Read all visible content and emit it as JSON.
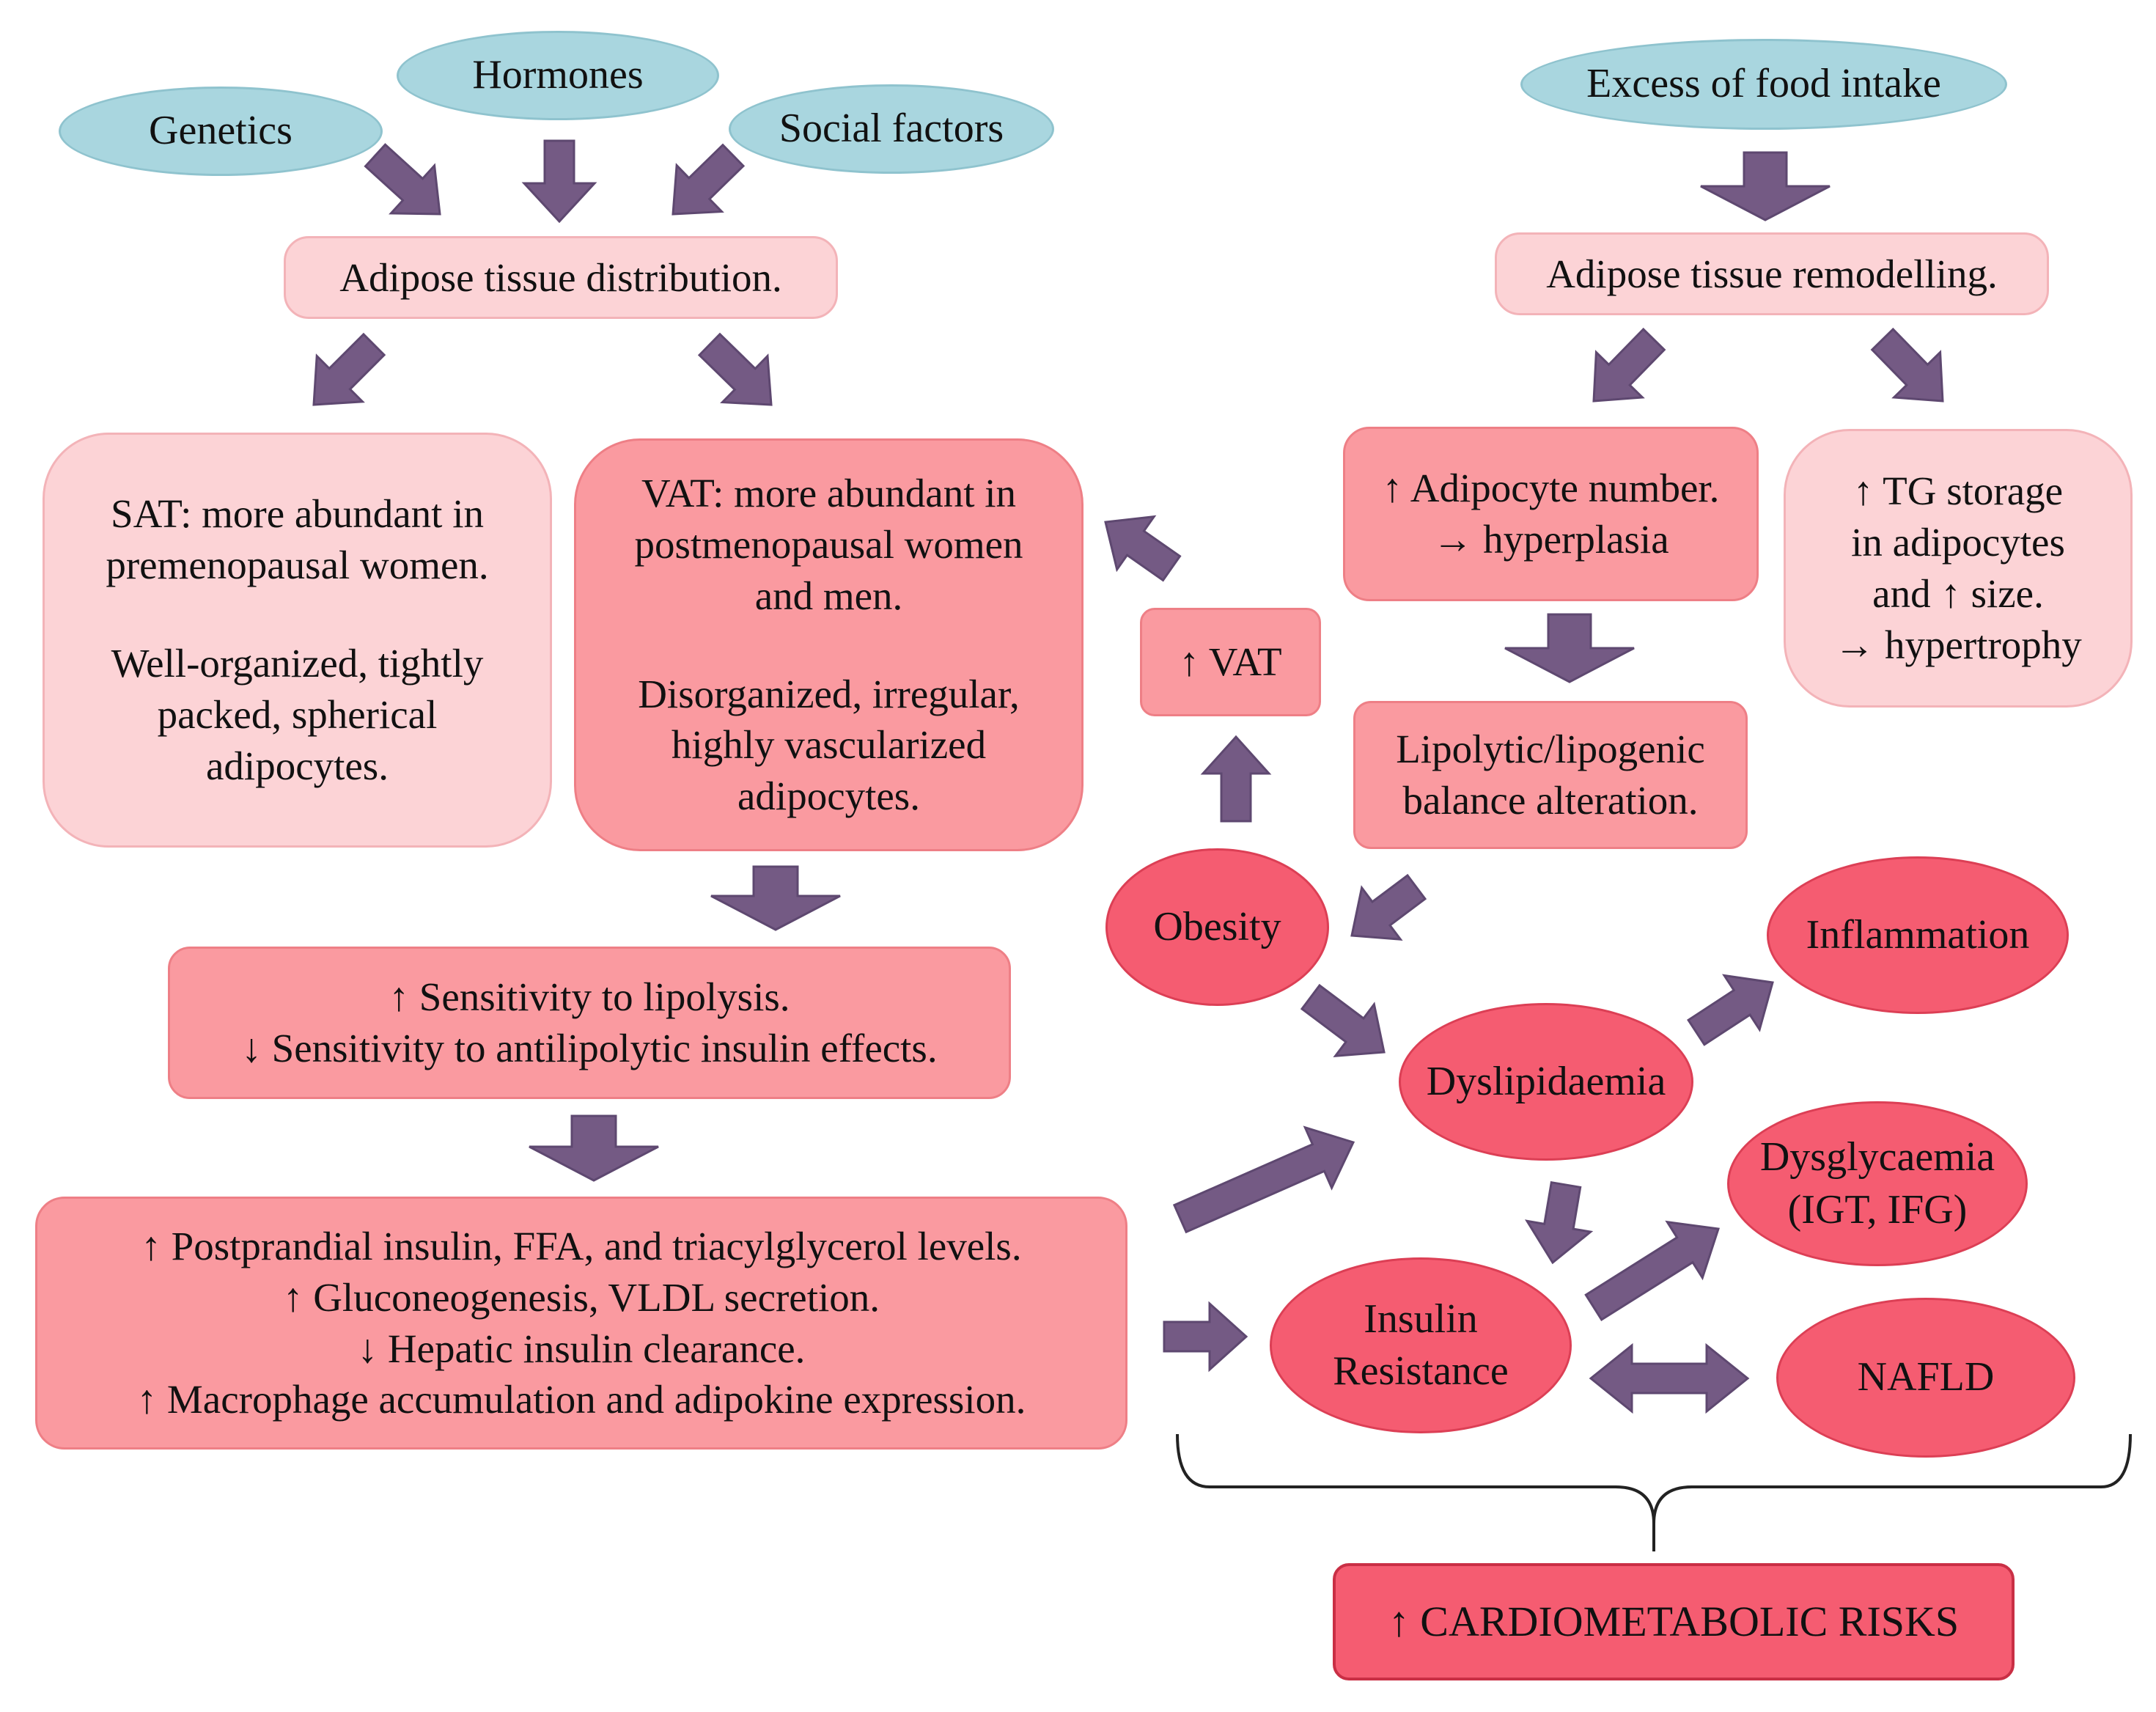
{
  "diagram": {
    "inputs": {
      "genetics": "Genetics",
      "hormones": "Hormones",
      "social_factors": "Social factors",
      "food_intake": "Excess of food intake"
    },
    "distribution": "Adipose tissue distribution.",
    "remodelling": "Adipose tissue remodelling.",
    "sat": {
      "line1": "SAT: more abundant in",
      "line2": "premenopausal women.",
      "line3": "Well-organized, tightly",
      "line4": "packed, spherical",
      "line5": "adipocytes."
    },
    "vat": {
      "line1": "VAT: more abundant in",
      "line2": "postmenopausal women",
      "line3": "and men.",
      "line4": "Disorganized, irregular,",
      "line5": "highly vascularized",
      "line6": "adipocytes."
    },
    "adipocyte_number": {
      "line1": "↑ Adipocyte number.",
      "line2": "→ hyperplasia"
    },
    "tg_storage": {
      "line1": "↑ TG storage",
      "line2": "in adipocytes",
      "line3": "and ↑ size.",
      "line4": "→ hypertrophy"
    },
    "vat_increase": "↑ VAT",
    "lipolytic": {
      "line1": "Lipolytic/lipogenic",
      "line2": "balance alteration."
    },
    "sensitivity": {
      "line1": "↑ Sensitivity to lipolysis.",
      "line2": "↓ Sensitivity to antilipolytic insulin effects."
    },
    "effects": {
      "line1": "↑ Postprandial insulin, FFA, and triacylglycerol levels.",
      "line2": "↑ Gluconeogenesis, VLDL secretion.",
      "line3": "↓ Hepatic insulin clearance.",
      "line4": "↑ Macrophage accumulation and adipokine expression."
    },
    "conditions": {
      "obesity": "Obesity",
      "inflammation": "Inflammation",
      "dyslipidaemia": "Dyslipidaemia",
      "dysglycaemia_line1": "Dysglycaemia",
      "dysglycaemia_line2": "(IGT, IFG)",
      "insulin_line1": "Insulin",
      "insulin_line2": "Resistance",
      "nafld": "NAFLD"
    },
    "outcome": "↑ CARDIOMETABOLIC RISKS"
  },
  "colors": {
    "teal": "#a9d6df",
    "pale_pink": "#fcd3d6",
    "rose": "#fa9aa0",
    "red": "#f55c71",
    "arrow": "#745a84"
  }
}
